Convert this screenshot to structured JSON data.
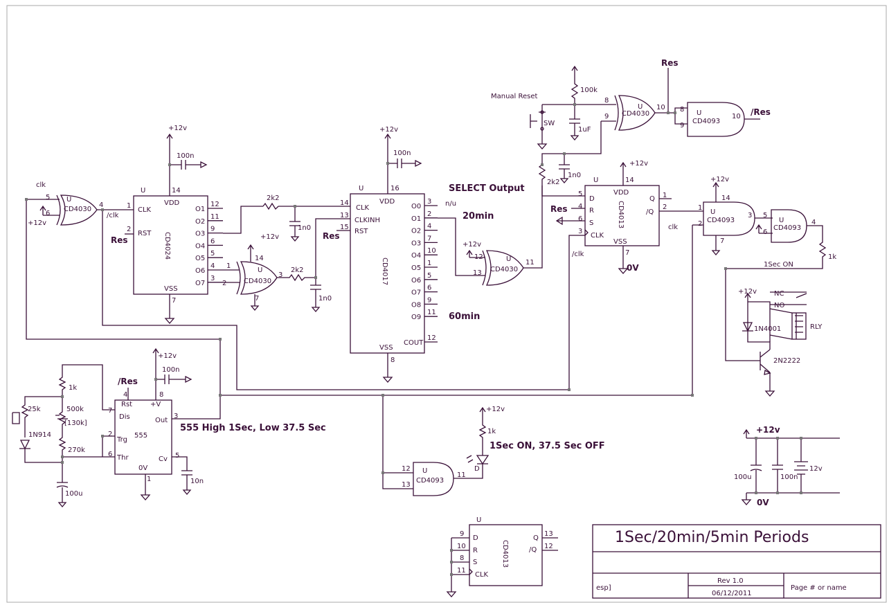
{
  "chips": {
    "u1": {
      "name": "CD4030",
      "pins": [
        "5",
        "6",
        "4"
      ]
    },
    "u2": {
      "name": "CD4024",
      "clk": "CLK",
      "rst": "RST",
      "vdd": "VDD",
      "vss": "VSS",
      "pins_left": [
        "1",
        "2"
      ],
      "pin_top": "14",
      "pin_bottom": "7",
      "outs": [
        "O1",
        "O2",
        "O3",
        "O4",
        "O5",
        "O6",
        "O7"
      ],
      "out_pins": [
        "12",
        "11",
        "9",
        "6",
        "5",
        "4",
        "3"
      ]
    },
    "u3": {
      "name": "CD4030",
      "pins": [
        "1",
        "2",
        "3",
        "14",
        "7"
      ]
    },
    "u4": {
      "name": "CD4017",
      "clk": "CLK",
      "clkinh": "CLKINH",
      "rst": "RST",
      "vdd": "VDD",
      "vss": "VSS",
      "pins_left": [
        "14",
        "13",
        "15"
      ],
      "pin_top": "16",
      "pin_bottom": "8",
      "outs": [
        "O0",
        "O1",
        "O2",
        "O3",
        "O4",
        "O5",
        "O6",
        "O7",
        "O8",
        "O9",
        "COUT"
      ],
      "out_pins": [
        "3",
        "2",
        "4",
        "7",
        "10",
        "1",
        "5",
        "6",
        "9",
        "11",
        "12"
      ]
    },
    "u5": {
      "name": "CD4030",
      "pins": [
        "12",
        "13",
        "11"
      ]
    },
    "u6": {
      "name": "CD4030",
      "pins": [
        "8",
        "9",
        "10"
      ]
    },
    "u7": {
      "name": "CD4093",
      "pins": [
        "8",
        "9",
        "10"
      ]
    },
    "u8": {
      "name": "CD4013",
      "d": "D",
      "r": "R",
      "s": "S",
      "clk": "CLK",
      "q": "Q",
      "nq": "/Q",
      "vdd": "VDD",
      "vss": "VSS",
      "pins": [
        "5",
        "4",
        "6",
        "3",
        "1",
        "2",
        "14",
        "7"
      ]
    },
    "u9": {
      "name": "CD4093",
      "pins": [
        "1",
        "2",
        "3",
        "14",
        "7"
      ]
    },
    "u10": {
      "name": "CD4093",
      "pins": [
        "5",
        "6",
        "4"
      ]
    },
    "u11": {
      "name": "555",
      "rst": "Rst",
      "vcc": "+V",
      "dis": "Dis",
      "trg": "Trg",
      "thr": "Thr",
      "out": "Out",
      "gnd": "0V",
      "cv": "Cv",
      "pins": [
        "4",
        "8",
        "7",
        "2",
        "6",
        "3",
        "1",
        "5"
      ]
    },
    "u12": {
      "name": "CD4093",
      "pins": [
        "12",
        "13",
        "11"
      ]
    },
    "u13": {
      "name": "CD4013",
      "d": "D",
      "r": "R",
      "s": "S",
      "clk": "CLK",
      "q": "Q",
      "nq": "/Q",
      "pins": [
        "9",
        "10",
        "8",
        "11",
        "13",
        "12"
      ]
    }
  },
  "unit_letter": "U",
  "components": {
    "c100n_a": "100n",
    "c100n_b": "100n",
    "c100n_c": "100n",
    "r2k2_a": "2k2",
    "r2k2_b": "2k2",
    "r2k2_c": "2k2",
    "c1n0_a": "1n0",
    "c1n0_b": "1n0",
    "c1n0_c": "1n0",
    "r100k": "100k",
    "c1uf": "1uF",
    "sw": "SW",
    "r1k_a": "1k",
    "r1k_b": "1k",
    "r1k_c": "1k",
    "r25k": "25k",
    "r500k": "500k",
    "r130k": "[130k]",
    "r270k": "270k",
    "d1n914": "1N914",
    "c100u": "100u",
    "c10n": "10n",
    "d1n4001": "1N4001",
    "q2n2222": "2N2222",
    "relay": "RLY",
    "nc": "NC",
    "no": "NO",
    "led": "D",
    "c100u_b": "100u",
    "c100n_d": "100n",
    "bat": "12v"
  },
  "labels": {
    "vplus": "+12v",
    "gnd": "0V",
    "clk": "clk",
    "nclk": "/clk",
    "res": "Res",
    "nres": "/Res",
    "manual_reset": "Manual Reset",
    "select_output": "SELECT Output",
    "nu": "n/u",
    "t20": "20min",
    "t60": "60min",
    "one_sec_on": "1Sec ON",
    "timer_note": "555 High 1Sec, Low 37.5 Sec",
    "led_note": "1Sec ON, 37.5 Sec OFF"
  },
  "titleblock": {
    "title": "1Sec/20min/5min Periods",
    "author": "esp]",
    "rev": "Rev 1.0",
    "date": "06/12/2011",
    "page": "Page # or name"
  }
}
